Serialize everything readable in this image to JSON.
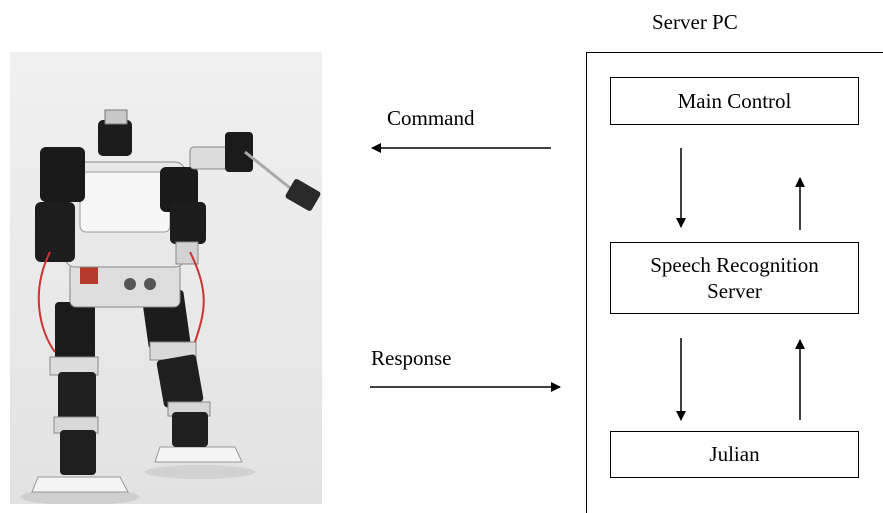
{
  "server": {
    "title": "Server PC"
  },
  "blocks": {
    "main_control": "Main Control",
    "speech_server": "Speech Recognition\nServer",
    "julian": "Julian"
  },
  "links": {
    "command": "Command",
    "response": "Response"
  },
  "photo": {
    "subject": "humanoid robot"
  }
}
